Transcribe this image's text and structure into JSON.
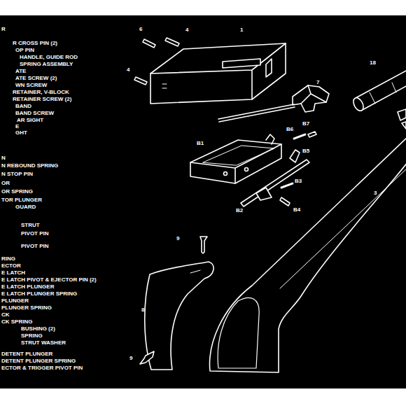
{
  "diagram": {
    "labels": [
      "R",
      "R CROSS PIN (2)",
      "OP PIN",
      "HANDLE, GUIDE ROD",
      "SPRING ASSEMBLY",
      "ATE",
      "ATE SCREW (2)",
      "WN SCREW",
      "RETAINER, V-BLOCK",
      "RETAINER SCREW (2)",
      "BAND",
      "BAND SCREW",
      "AR SIGHT",
      "E",
      "GHT",
      "N",
      "N REBOUND SPRING",
      "N STOP PIN",
      "OR",
      "OR SPRING",
      "TOR PLUNGER",
      "GUARD",
      "STRUT",
      "PIVOT PIN",
      "PIVOT PIN",
      "RING",
      "ECTOR",
      "E LATCH",
      "E LATCH PIVOT & EJECTOR PIN (2)",
      "E LATCH PLUNGER",
      "E LATCH PLUNGER SPRING",
      "PLUNGER",
      "PLUNGER SPRING",
      "CK",
      "CK SPRING",
      "BUSHING (2)",
      "SPRING",
      "STRUT WASHER",
      "DETENT PLUNGER",
      "DETENT PLUNGER SPRING",
      "ECTOR & TRIGGER PIVOT PIN",
      "1",
      "6",
      "4",
      "4",
      "7",
      "18",
      "B1",
      "B6",
      "B7",
      "B5",
      "B3",
      "B2",
      "B4",
      "3",
      "9",
      "8",
      "9"
    ]
  }
}
